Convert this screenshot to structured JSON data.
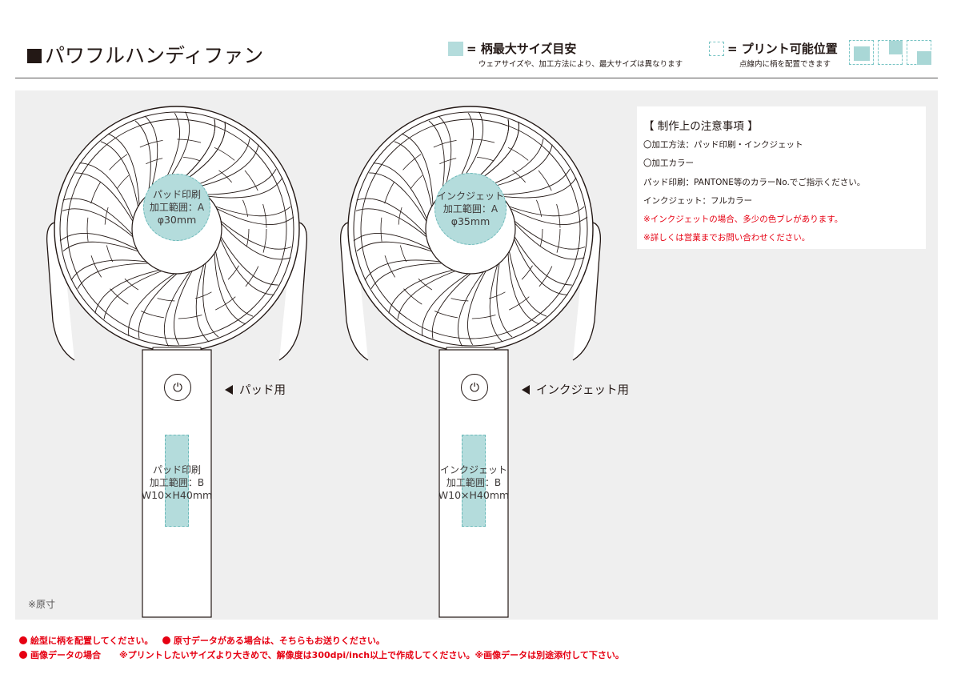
{
  "header": {
    "title": "パワフルハンディファン"
  },
  "legend": {
    "max_size_label": "= 柄最大サイズ目安",
    "max_size_note": "ウェアサイズや、加工方法により、最大サイズは異なります",
    "print_position_label": "= プリント可能位置",
    "print_position_note": "点線内に柄を配置できます"
  },
  "colors": {
    "print_area_fill": "#b4dcdc",
    "print_area_border": "#6ab9b9",
    "warning_red": "#e60012",
    "panel_bg": "#efefef"
  },
  "fans": [
    {
      "head_area": {
        "line1": "パッド印刷",
        "line2": "加工範囲：A",
        "size": "φ30mm"
      },
      "handle_area": {
        "line1": "パッド印刷",
        "line2": "加工範囲：B",
        "size": "W10×H40mm"
      },
      "use_label": "パッド用",
      "power_icon": "power-icon"
    },
    {
      "head_area": {
        "line1": "インクジェット",
        "line2": "加工範囲：A",
        "size": "φ35mm"
      },
      "handle_area": {
        "line1": "インクジェット",
        "line2": "加工範囲：B",
        "size": "W10×H40mm"
      },
      "use_label": "インクジェット用",
      "power_icon": "power-icon"
    }
  ],
  "notes": {
    "heading": "【 制作上の注意事項 】",
    "items": [
      {
        "text": "〇加工方法：パッド印刷・インクジェット",
        "red": false
      },
      {
        "text": "〇加工カラー",
        "red": false
      },
      {
        "text": "パッド印刷：PANTONE等のカラーNo.でご指示ください。",
        "red": false
      },
      {
        "text": "インクジェット：フルカラー",
        "red": false
      },
      {
        "text": "※インクジェットの場合、多少の色ブレがあります。",
        "red": true
      },
      {
        "text": "※詳しくは営業までお問い合わせください。",
        "red": true
      }
    ]
  },
  "scale_note": "※原寸",
  "footer": {
    "line1_a": "絵型に柄を配置してください。",
    "line1_b": "原寸データがある場合は、そちらもお送りください。",
    "line2_a": "画像データの場合",
    "line2_b": "※プリントしたいサイズより大きめで、解像度は300dpi/inch以上で作成してください。※画像データは別途添付して下さい。"
  }
}
